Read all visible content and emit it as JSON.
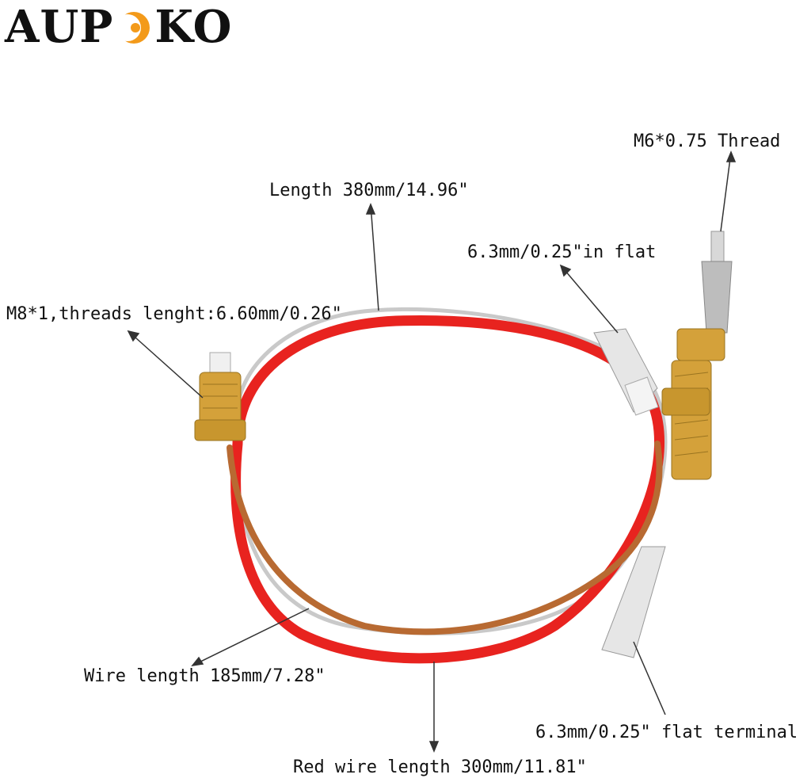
{
  "brand": {
    "left": "AUP",
    "right": "KO",
    "accent_color": "#f39a1a"
  },
  "annotations": {
    "thread_m6": "M6*0.75 Thread",
    "length_total": "Length 380mm/14.96\"",
    "flat_top": "6.3mm/0.25\"in flat",
    "thread_m8": "M8*1,threads lenght:6.60mm/0.26\"",
    "wire_length": "Wire length 185mm/7.28\"",
    "flat_terminal": "6.3mm/0.25\" flat terminal",
    "red_wire_length": "Red wire length 300mm/11.81\""
  },
  "colors": {
    "red_wire": "#e8231f",
    "copper_wire": "#b86a32",
    "silver_wire": "#c9c9c9",
    "brass": "#d4a13a"
  }
}
